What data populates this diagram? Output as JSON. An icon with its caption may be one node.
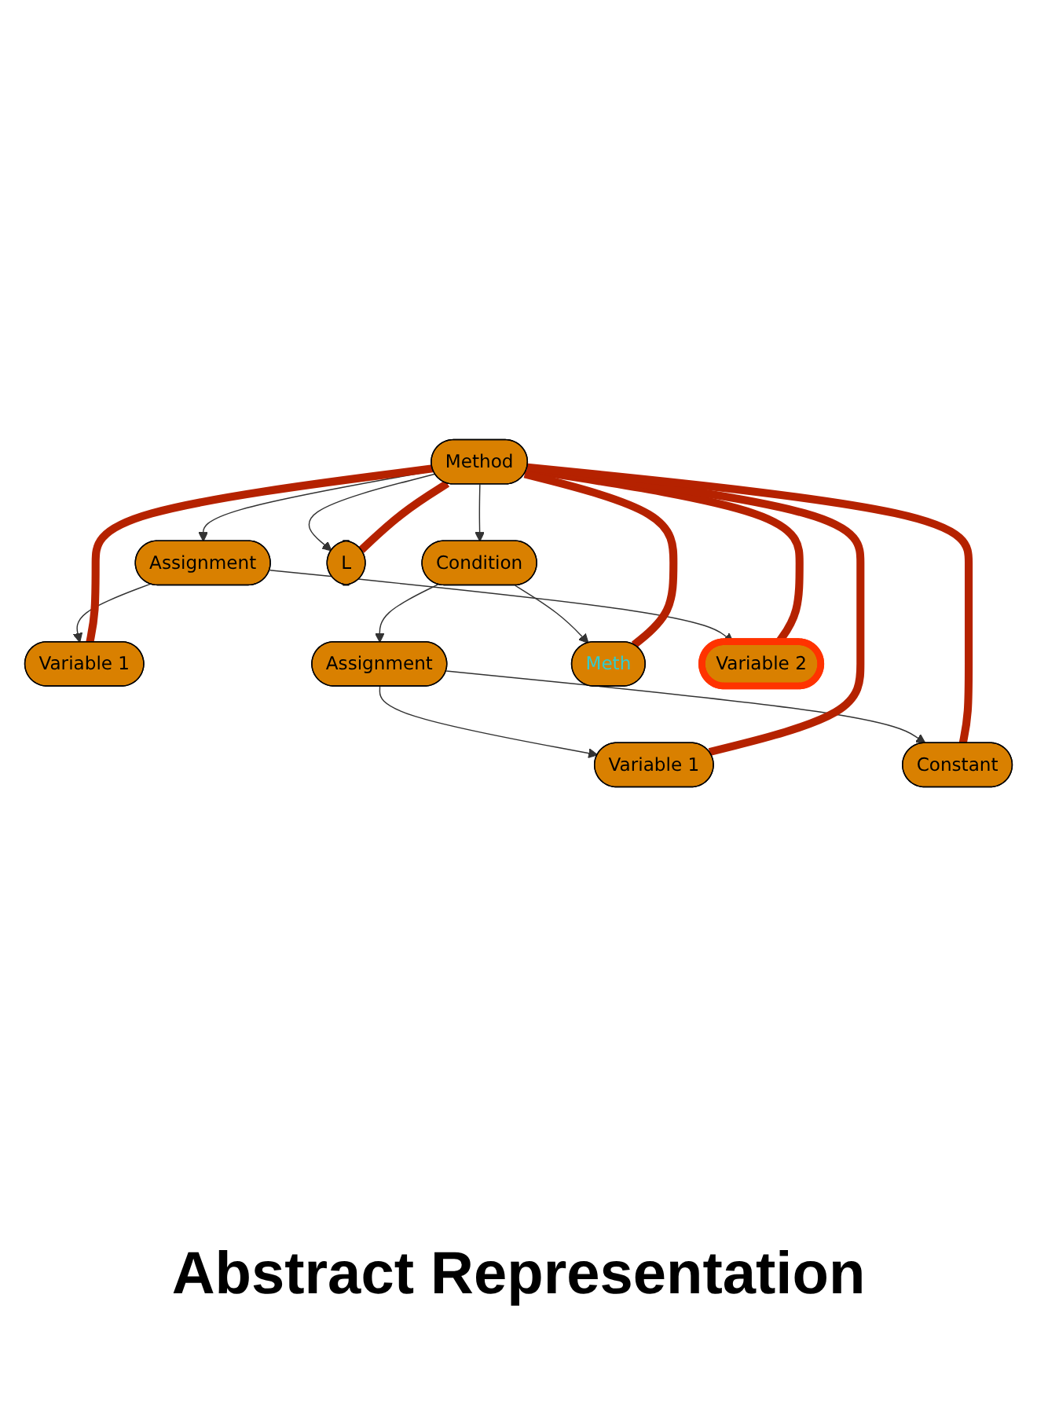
{
  "diagram": {
    "title": "Abstract Representation",
    "nodes": [
      {
        "text": [
          "Method"
        ]
      },
      {
        "text": [
          "Assignment"
        ]
      },
      {
        "text": [
          "Condition"
        ]
      },
      {
        "text": [
          "L"
        ]
      },
      {
        "text": [
          "Variable 1"
        ]
      },
      {
        "text": [
          "Assignment"
        ]
      },
      {
        "text": [
          "Meth"
        ]
      },
      {
        "text": [
          "Variable 2"
        ]
      },
      {
        "text": [
          "Variable 1"
        ]
      },
      {
        "text": [
          "Constant"
        ]
      }
    ],
    "edges": [
      {
        "from": 0,
        "to": 1,
        "arrow": "to"
      },
      {
        "from": 0,
        "to": 2,
        "arrow": "to"
      },
      {
        "from": 0,
        "to": 3,
        "arrow": "to"
      },
      {
        "from": 1,
        "to": 4,
        "arrow": "to"
      },
      {
        "from": 1,
        "to": 7,
        "arrow": "to"
      },
      {
        "from": 2,
        "to": 5,
        "arrow": "to"
      },
      {
        "from": 2,
        "to": 6,
        "arrow": "to"
      },
      {
        "from": 5,
        "to": 8,
        "arrow": "to"
      },
      {
        "from": 5,
        "to": 9,
        "arrow": "to"
      },
      {
        "from": 0,
        "to": 4,
        "arrow": "none",
        "style": "thick",
        "color": "#b52200"
      },
      {
        "from": 0,
        "to": 7,
        "arrow": "none",
        "style": "thick",
        "color": "#b52200"
      },
      {
        "from": 0,
        "to": 8,
        "arrow": "none",
        "style": "thick",
        "color": "#b52200"
      },
      {
        "from": 0,
        "to": 9,
        "arrow": "none",
        "style": "thick",
        "color": "#b52200"
      },
      {
        "from": 0,
        "to": 6,
        "arrow": "none",
        "style": "thick",
        "color": "#b52200"
      },
      {
        "from": 0,
        "to": 3,
        "arrow": "none",
        "style": "thick",
        "color": "#b52200"
      }
    ]
  }
}
